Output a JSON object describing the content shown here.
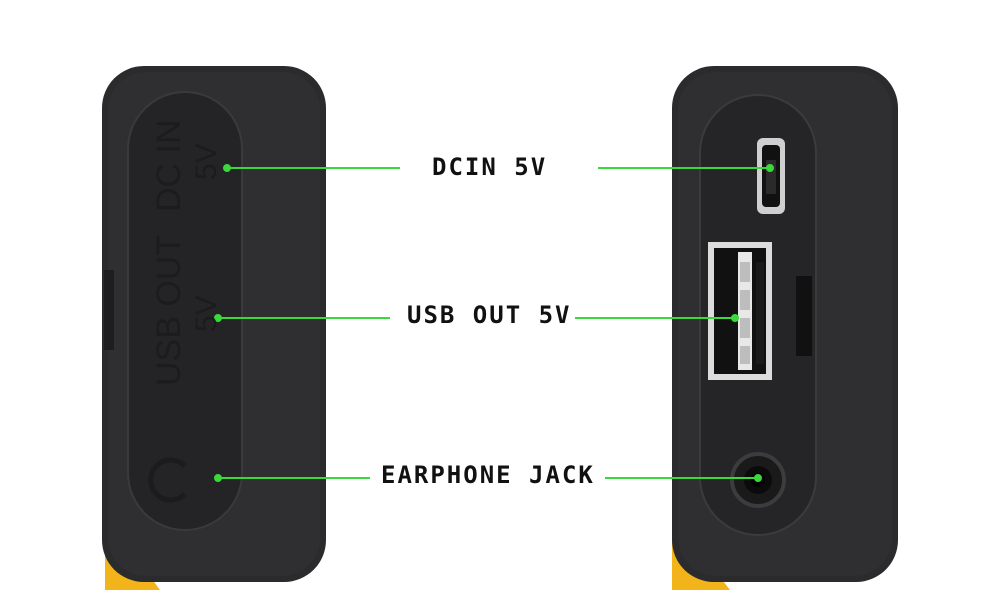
{
  "callouts": {
    "dcin": "DCIN 5V",
    "usb": "USB OUT 5V",
    "earphone": "EARPHONE JACK"
  },
  "device_left_labels": {
    "dcin_line1": "DC IN",
    "dcin_line2": "5V",
    "usb_line1": "USB OUT",
    "usb_line2": "5V"
  },
  "colors": {
    "device_body": "#2b2b2d",
    "panel": "#222224",
    "accent_yellow": "#f2b41a",
    "leader_line": "#3ad83a",
    "port_metal": "#d8d8d8"
  },
  "icons": [
    "micro-usb-port-icon",
    "usb-a-port-icon",
    "audio-jack-icon",
    "headphone-c-icon"
  ]
}
